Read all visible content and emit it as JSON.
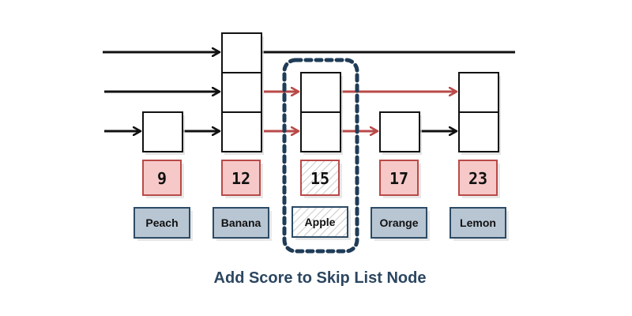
{
  "caption": "Add Score to Skip List Node",
  "nodes": [
    {
      "score": "9",
      "name": "Peach",
      "levels": 1
    },
    {
      "score": "12",
      "name": "Banana",
      "levels": 3
    },
    {
      "score": "15",
      "name": "Apple",
      "levels": 2,
      "new": true
    },
    {
      "score": "17",
      "name": "Orange",
      "levels": 1
    },
    {
      "score": "23",
      "name": "Lemon",
      "levels": 2
    }
  ],
  "colors": {
    "black": "#111111",
    "red": "#b94a48",
    "score_fill": "#f6c9c8",
    "name_fill": "#b8c6d3",
    "name_stroke": "#2c4b66",
    "highlight": "#1f3c57",
    "caption": "#2b4660"
  }
}
